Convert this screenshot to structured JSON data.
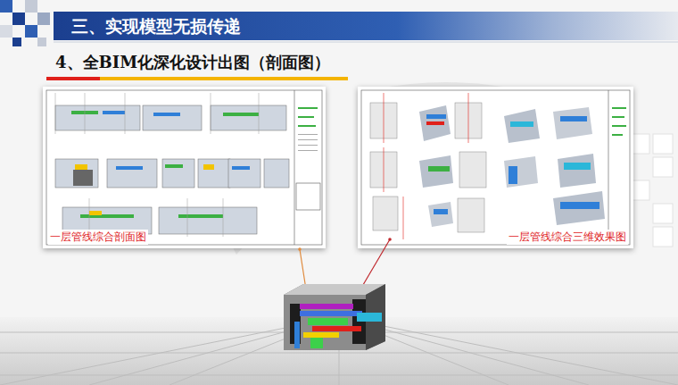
{
  "diagram": {
    "title": "三、实现模型无损传递",
    "nodes": [
      {
        "text": [
          "一层管线综合剖面图"
        ]
      },
      {
        "text": [
          "一层管线综合三维效果图"
        ]
      }
    ],
    "labels": [
      "4、全BIM化深化设计出图（剖面图）"
    ]
  }
}
